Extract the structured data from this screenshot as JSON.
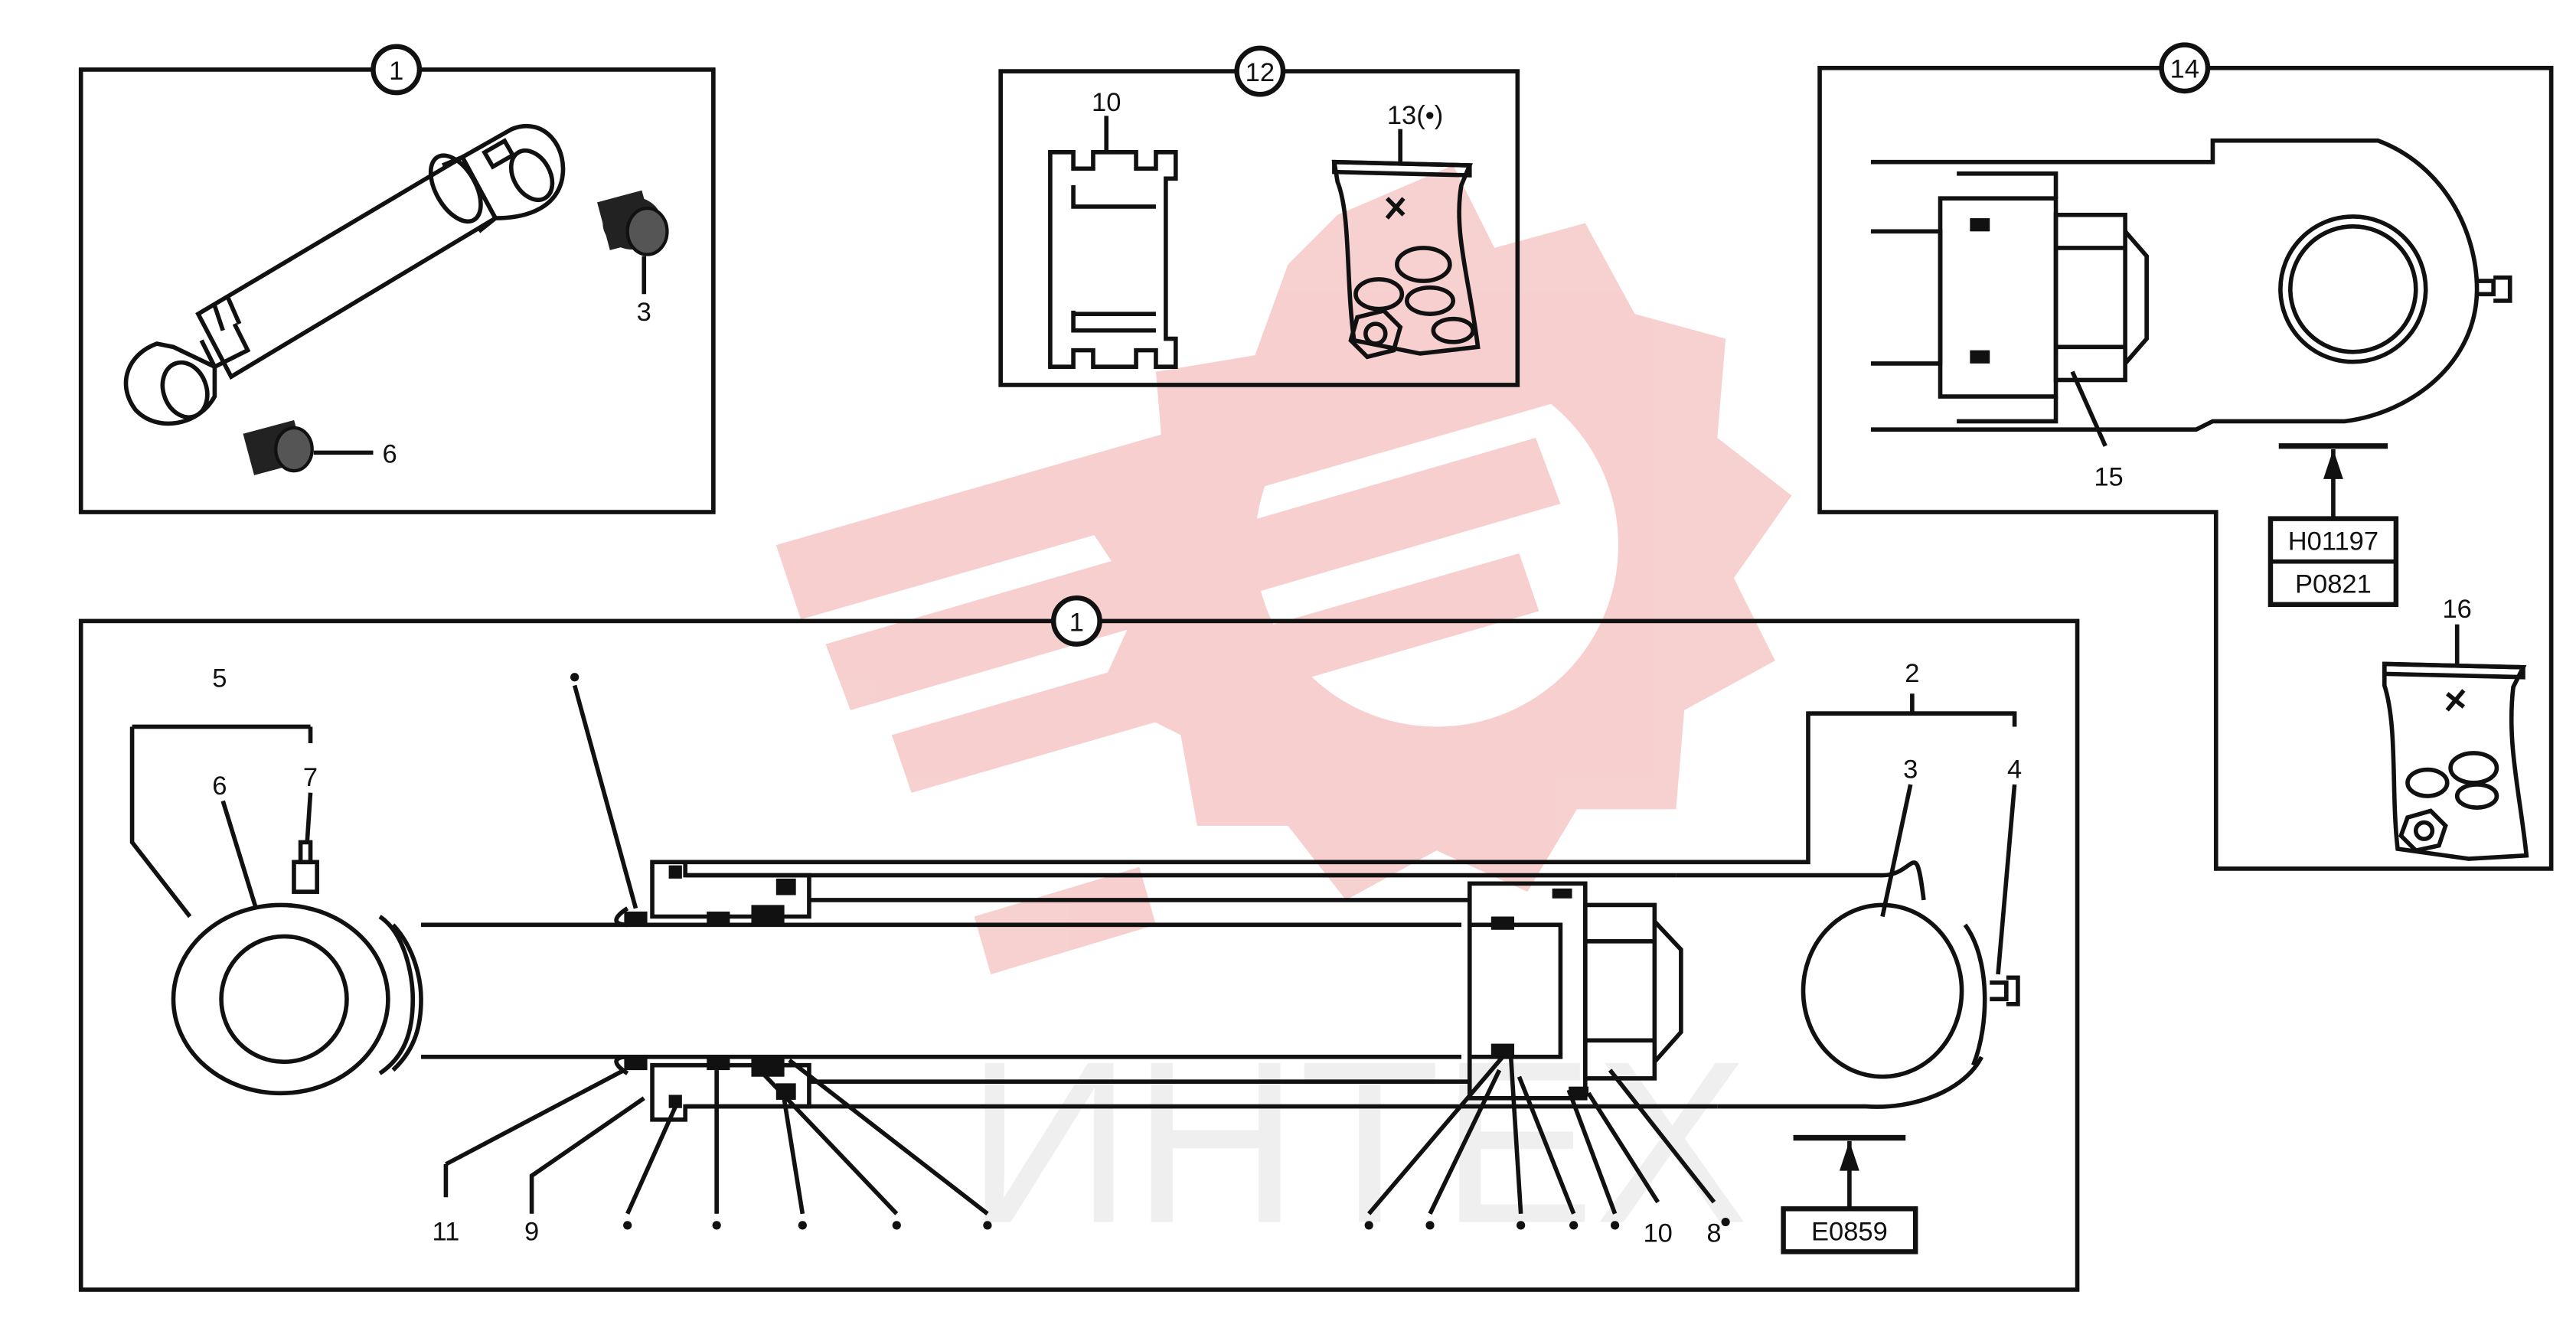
{
  "watermark": {
    "text": "ИНТЕХ",
    "color": "#f4c4c4"
  },
  "panels": {
    "top_left": {
      "badge": "1",
      "labels": {
        "bushing_a": "3",
        "bushing_b": "6"
      }
    },
    "seal_kit": {
      "badge": "12",
      "labels": {
        "piston": "10",
        "bag": "13(•)"
      }
    },
    "rod_end": {
      "badge": "14",
      "labels": {
        "nut": "15",
        "bag": "16"
      },
      "refs": [
        "H01197",
        "P0821"
      ]
    },
    "main": {
      "badge": "1",
      "labels": {
        "l2": "2",
        "l3": "3",
        "l4": "4",
        "l5": "5",
        "l6": "6",
        "l7": "7",
        "l8": "8",
        "l9": "9",
        "l10": "10",
        "l11": "11"
      },
      "ref": "E0859"
    }
  }
}
